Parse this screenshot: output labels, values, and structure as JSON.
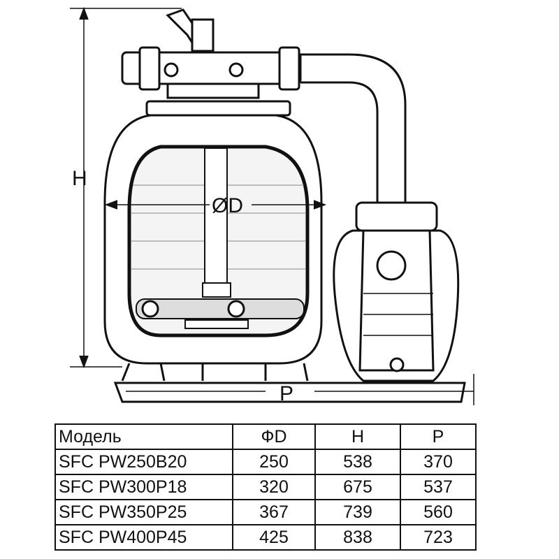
{
  "diagram": {
    "title_labels": {
      "height": "H",
      "diameter": "ØD",
      "length": "P"
    },
    "components": [
      "filter-tank",
      "multiport-valve",
      "pump",
      "connecting-pipe",
      "base-plate"
    ]
  },
  "table": {
    "headers": [
      "Модель",
      "ФD",
      "H",
      "P"
    ],
    "rows": [
      [
        "SFC PW250B20",
        "250",
        "538",
        "370"
      ],
      [
        "SFC PW300P18",
        "320",
        "675",
        "537"
      ],
      [
        "SFC PW350P25",
        "367",
        "739",
        "560"
      ],
      [
        "SFC PW400P45",
        "425",
        "838",
        "723"
      ]
    ]
  }
}
